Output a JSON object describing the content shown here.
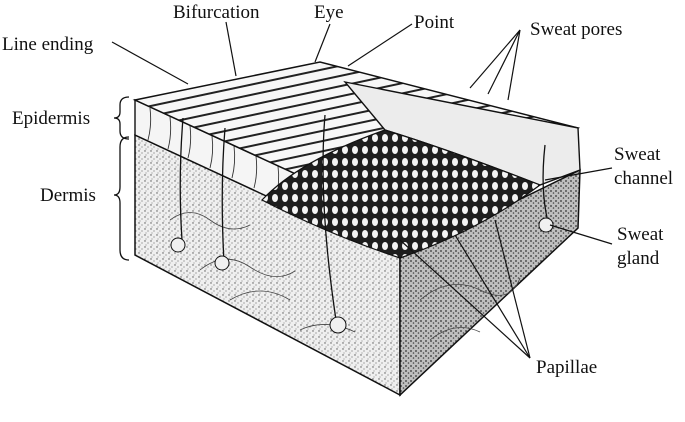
{
  "labels": {
    "bifurcation": "Bifurcation",
    "eye": "Eye",
    "point": "Point",
    "sweat_pores": "Sweat pores",
    "line_ending": "Line ending",
    "epidermis": "Epidermis",
    "dermis": "Dermis",
    "sweat_channel_1": "Sweat",
    "sweat_channel_2": "channel",
    "sweat_gland_1": "Sweat",
    "sweat_gland_2": "gland",
    "papillae": "Papillae"
  },
  "colors": {
    "ink": "#111111",
    "background": "#ffffff",
    "tissue_light": "#e9e9e9",
    "tissue_mid": "#bdbdbd",
    "tissue_dark": "#2a2a2a"
  }
}
